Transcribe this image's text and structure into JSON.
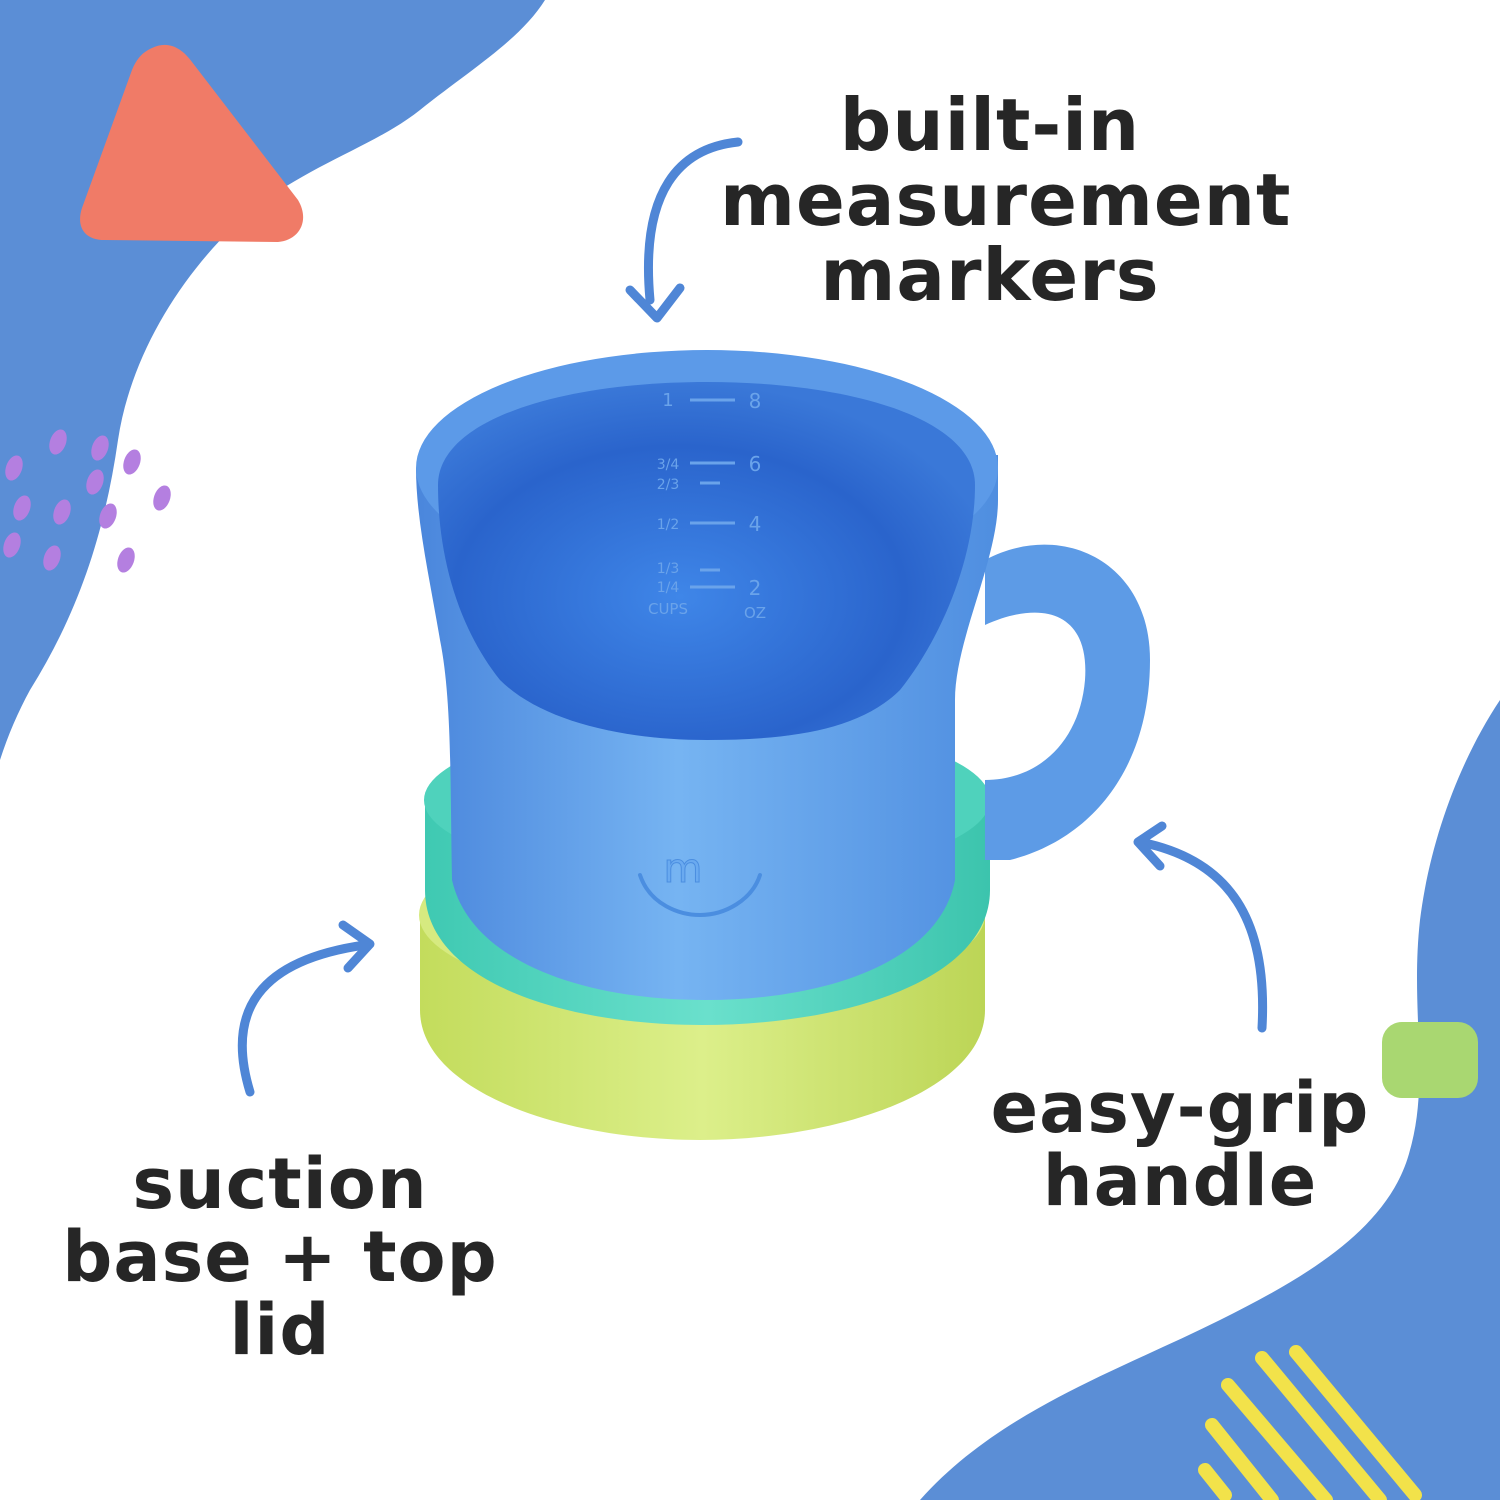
{
  "callouts": {
    "measurement": [
      "built-in",
      "measurement",
      "markers"
    ],
    "suction": [
      "suction",
      "base + top",
      "lid"
    ],
    "grip": [
      "easy-grip",
      "handle"
    ]
  },
  "cup_markings": {
    "cups": [
      "1",
      "3/4",
      "2/3",
      "1/2",
      "1/3",
      "1/4"
    ],
    "oz": [
      "8",
      "6",
      "4",
      "2"
    ],
    "cups_unit": "CUPS",
    "oz_unit": "OZ",
    "logo": "m"
  },
  "colors": {
    "background": "#ffffff",
    "blob_blue": "#5b8ed6",
    "triangle": "#f07b67",
    "dots": "#b47fe0",
    "green_square": "#a9d771",
    "yellow_lines": "#f2e24a",
    "cup_blue": "#5f9ee8",
    "cup_inner": "#2f6fd6",
    "lid_teal": "#52d6c0",
    "base_lime": "#cfe673",
    "text": "#262626"
  },
  "icons": [
    "curved-arrow-icon"
  ]
}
